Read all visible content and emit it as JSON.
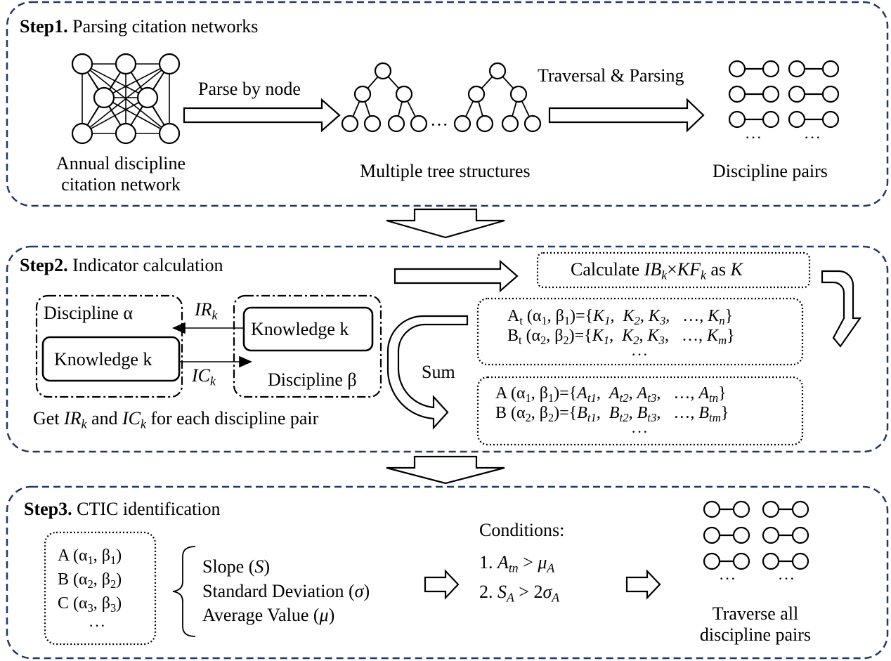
{
  "step1": {
    "heading_bold": "Step1.",
    "heading_rest": " Parsing citation networks",
    "network_label_line1": "Annual discipline",
    "network_label_line2": "citation network",
    "arrow1_label": "Parse by node",
    "trees_label": "Multiple tree structures",
    "trees_ellipsis": "···",
    "arrow2_label": "Traversal & Parsing",
    "pairs_label": "Discipline pairs",
    "pairs_ellipsis": "···"
  },
  "step2": {
    "heading_bold": "Step2.",
    "heading_rest": " Indicator calculation",
    "discipline_alpha": "Discipline α",
    "discipline_beta": "Discipline β",
    "knowledge_left": "Knowledge k",
    "knowledge_right": "Knowledge k",
    "ir_base": "IR",
    "ir_sub": "k",
    "ic_base": "IC",
    "ic_sub": "k",
    "caption_get": "Get ",
    "caption_and": " and ",
    "caption_end": " for each discipline pair",
    "calc_prefix": "Calculate ",
    "calc_ib": "IB",
    "calc_times": "×",
    "calc_kf": "KF",
    "calc_sub": "k",
    "calc_as": " as ",
    "calc_k": "K",
    "sum_label": "Sum",
    "at_line": "At (α1, β1)={K1, K2, K3, …, Kn}",
    "bt_line": "Bt (α2, β2)={K1, K2, K3, …, Km}",
    "box1_ellipsis": "···",
    "a_line": "A (α1, β1)={At1, At2, At3, …, Atn}",
    "b_line": "B (α2, β2)={Bt1, Bt2, Bt3, …, Btm}",
    "box2_ellipsis": "···"
  },
  "step3": {
    "heading_bold": "Step3.",
    "heading_rest": " CTIC identification",
    "pair_a": "A (α1, β1)",
    "pair_b": "B (α2, β2)",
    "pair_c": "C (α3, β3)",
    "pairs_ellipsis": "···",
    "slope_text": "Slope (",
    "slope_sym": "S",
    "sd_text": "Standard Deviation (",
    "sd_sym": "σ",
    "avg_text": "Average Value (",
    "avg_sym": "μ",
    "close_paren": ")",
    "conditions_title": "Conditions:",
    "cond1": "1. Atn > μA",
    "cond2": "2. SA > 2σA",
    "pairs_ellipsis_right": "···",
    "traverse_line1": "Traverse all",
    "traverse_line2": "discipline pairs"
  },
  "colors": {
    "panel_border": "#1f3864",
    "ink": "#000000"
  }
}
